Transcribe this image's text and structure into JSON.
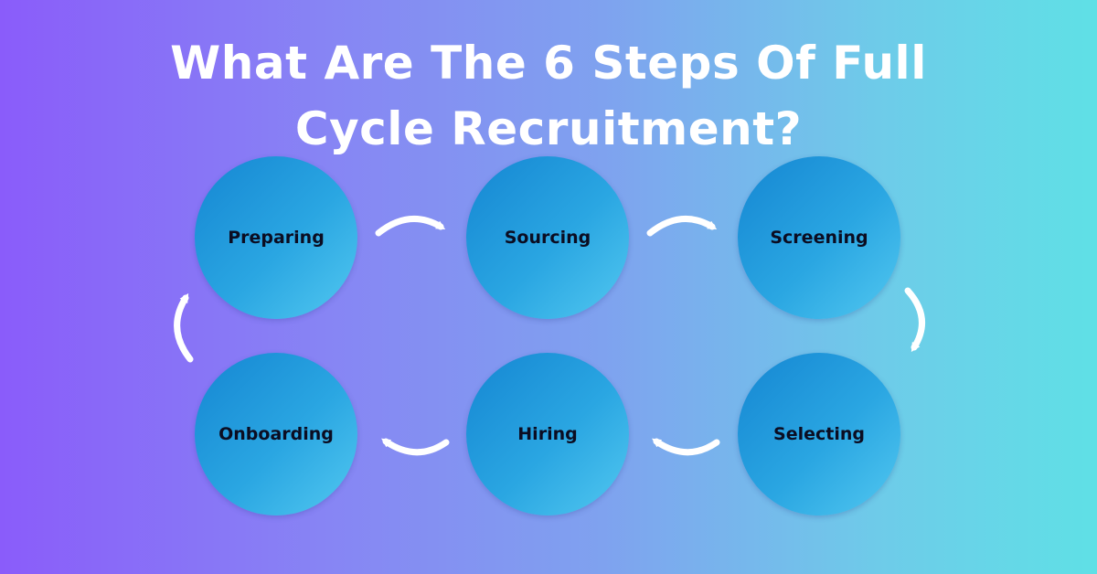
{
  "title": {
    "line1": "What Are The 6 Steps Of Full",
    "line2": "Cycle Recruitment?"
  },
  "steps": {
    "preparing": "Preparing",
    "sourcing": "Sourcing",
    "screening": "Screening",
    "selecting": "Selecting",
    "hiring": "Hiring",
    "onboarding": "Onboarding"
  },
  "colors": {
    "background_left": "#8a5cfa",
    "background_right": "#5fe0e6",
    "circle_dark": "#1586d2",
    "circle_light": "#52c8f0",
    "title_text": "#ffffff",
    "label_text": "#0b0d22",
    "arrow": "#ffffff"
  },
  "icons": {
    "flow_arrow": "curved-arrow-icon"
  }
}
